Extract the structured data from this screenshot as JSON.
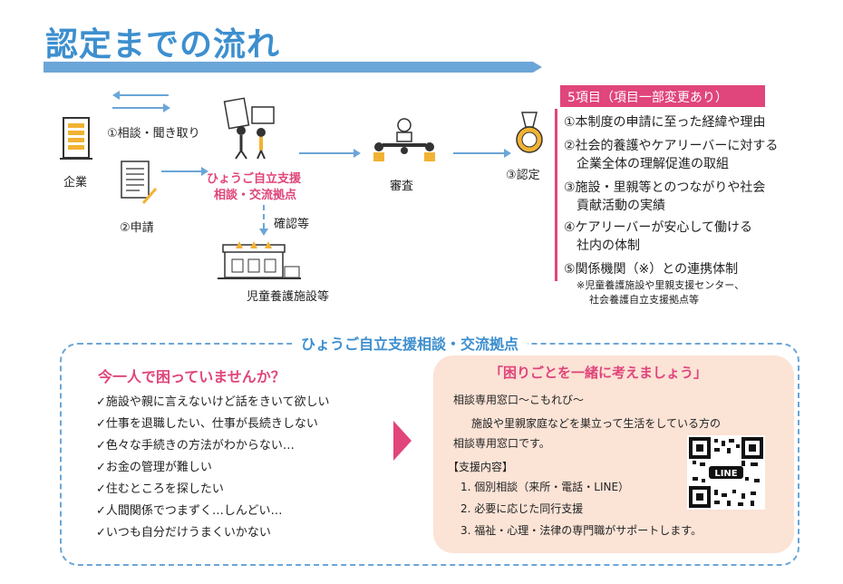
{
  "header": {
    "title": "認定までの流れ"
  },
  "flow": {
    "company_label": "企業",
    "step1_label": "①相談・聞き取り",
    "step2_label": "②申請",
    "center_label_line1": "ひょうご自立支援",
    "center_label_line2": "相談・交流拠点",
    "confirm_label": "確認等",
    "facility_label": "児童養護施設等",
    "review_label": "審査",
    "cert_label": "③認定"
  },
  "items": {
    "header": "5項目（項目一部変更あり）",
    "lines": [
      "①本制度の申請に至った経緯や理由",
      "②社会的養護やケアリーバーに対する",
      "　企業全体の理解促進の取組",
      "③施設・里親等とのつながりや社会",
      "　貢献活動の実績",
      "④ケアリーバーが安心して働ける",
      "　社内の体制",
      "⑤関係機関（※）との連携体制"
    ],
    "note_line1": "※児童養護施設や里親支援センター、",
    "note_line2": "社会養護自立支援拠点等"
  },
  "support": {
    "box_title": "ひょうご自立支援相談・交流拠点",
    "question_title": "今一人で困っていませんか？",
    "checks": [
      "✓施設や親に言えないけど話をきいて欲しい",
      "✓仕事を退職したい、仕事が長続きしない",
      "✓色々な手続きの方法がわからない…",
      "✓お金の管理が難しい",
      "✓住むところを探したい",
      "✓人間関係でつまずく…しんどい…",
      "✓いつも自分だけうまくいかない"
    ],
    "panel_title": "「困りごとを一緒に考えましょう」",
    "desc_line1": "相談専用窓口～こもれび～",
    "desc_line2": "施設や里親家庭などを巣立って生活をしている方の",
    "desc_line3": "相談専用窓口です。",
    "content_header": "【支援内容】",
    "content_items": [
      "1. 個別相談（来所・電話・LINE）",
      "2. 必要に応じた同行支援",
      "3. 福祉・心理・法律の専門職がサポートします。"
    ],
    "qr_label": "LINE"
  },
  "colors": {
    "blue": "#3d8fcf",
    "pink": "#e0457b",
    "peach": "#fbe3d6"
  }
}
